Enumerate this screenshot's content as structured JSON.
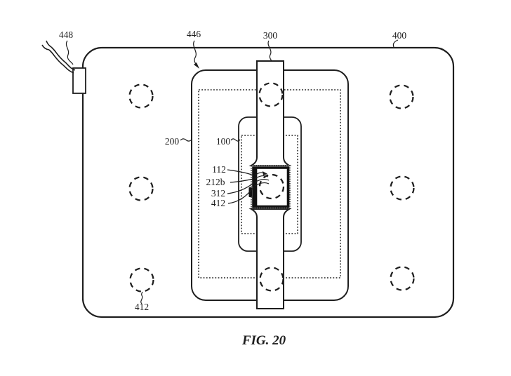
{
  "figure": {
    "caption": "FIG. 20"
  },
  "reference_labels": {
    "cable": "448",
    "charge_region": "446",
    "watch_band": "300",
    "charging_mat": "400",
    "second_device": "200",
    "watch_device": "100",
    "coil_112": "112",
    "coil_212b": "212b",
    "coil_312": "312",
    "coil_412": "412",
    "mat_coil_412": "412"
  },
  "colors": {
    "line": "#1e1e1e",
    "background": "#ffffff"
  }
}
